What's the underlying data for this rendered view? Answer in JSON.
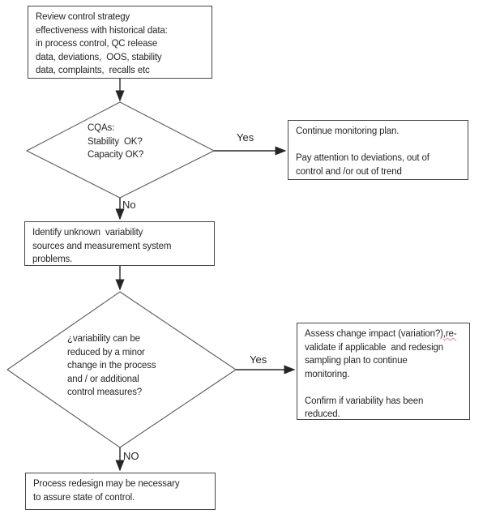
{
  "flowchart": {
    "nodes": {
      "review": {
        "text": "Review control strategy\neffectiveness with historical data:\nin process control, QC release\ndata, deviations,  OOS, stability\ndata, complaints,  recalls etc"
      },
      "cqa_decision": {
        "text": "CQAs:\nStability  OK?\nCapacity OK?"
      },
      "continue_monitoring": {
        "text": "Continue monitoring plan.\n\nPay attention to deviations, out of\ncontrol and /or out of trend"
      },
      "identify_variability": {
        "text": "Identify unknown  variability\nsources and measurement system\nproblems."
      },
      "variability_decision": {
        "text": "¿variability can be\nreduced by a minor\nchange in the process\nand / or additional\ncontrol measures?"
      },
      "assess_change": {
        "part1": "Assess change impact (variation?)",
        "misspelled": ",re-",
        "part2": "\nvalidate if applicable  and redesign\nsampling plan to continue\nmonitoring.\n\nConfirm if variability has been\nreduced."
      },
      "process_redesign": {
        "text": "Process redesign may be necessary\nto assure state of control."
      }
    },
    "labels": {
      "yes1": "Yes",
      "no1": "No",
      "yes2": "Yes",
      "no2": "NO"
    },
    "colors": {
      "background": "#ffffff",
      "box_border": "#474747",
      "diamond_stroke": "#5a5a5a",
      "arrow": "#262626",
      "text": "#262626",
      "spellcheck_squiggle": "#d98c8c"
    }
  }
}
